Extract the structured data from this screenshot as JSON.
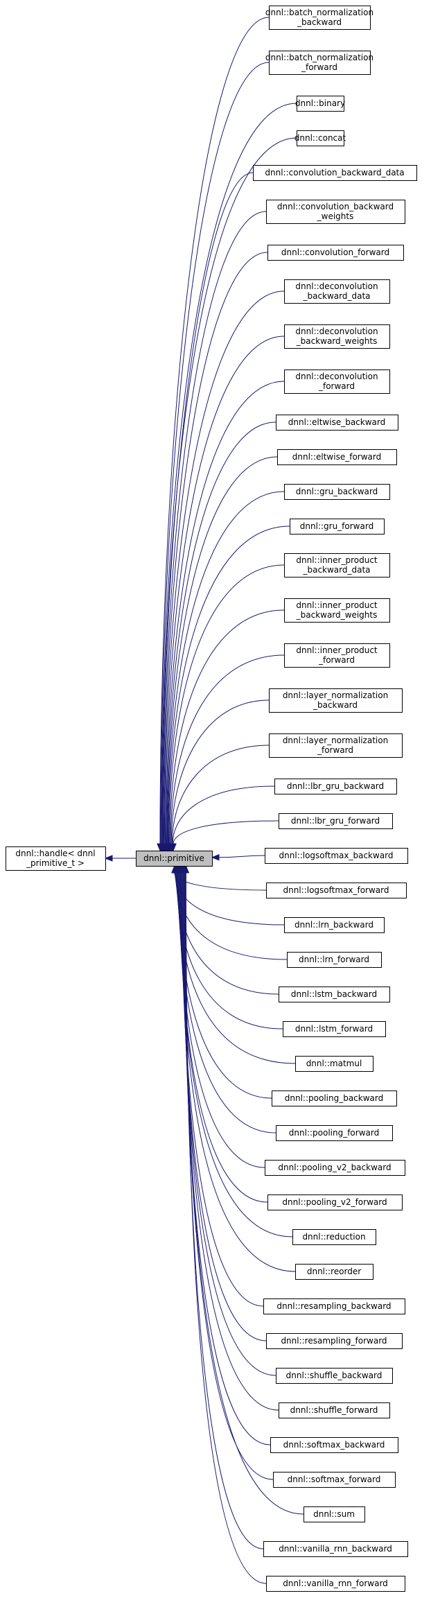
{
  "colors": {
    "edge": "#191970",
    "center_fill": "#bfbfbf",
    "node_fill": "#ffffff",
    "border": "#000000"
  },
  "base": {
    "name": "base-class",
    "lines": [
      "dnnl::handle< dnnl",
      "_primitive_t >"
    ]
  },
  "center": {
    "name": "primitive-class",
    "lines": [
      "dnnl::primitive"
    ]
  },
  "derived": [
    {
      "name": "batch-normalization-backward",
      "lines": [
        "dnnl::batch_normalization",
        "_backward"
      ]
    },
    {
      "name": "batch-normalization-forward",
      "lines": [
        "dnnl::batch_normalization",
        "_forward"
      ]
    },
    {
      "name": "binary",
      "lines": [
        "dnnl::binary"
      ]
    },
    {
      "name": "concat",
      "lines": [
        "dnnl::concat"
      ]
    },
    {
      "name": "convolution-backward-data",
      "lines": [
        "dnnl::convolution_backward_data"
      ]
    },
    {
      "name": "convolution-backward-weights",
      "lines": [
        "dnnl::convolution_backward",
        "_weights"
      ]
    },
    {
      "name": "convolution-forward",
      "lines": [
        "dnnl::convolution_forward"
      ]
    },
    {
      "name": "deconvolution-backward-data",
      "lines": [
        "dnnl::deconvolution",
        "_backward_data"
      ]
    },
    {
      "name": "deconvolution-backward-weights",
      "lines": [
        "dnnl::deconvolution",
        "_backward_weights"
      ]
    },
    {
      "name": "deconvolution-forward",
      "lines": [
        "dnnl::deconvolution",
        "_forward"
      ]
    },
    {
      "name": "eltwise-backward",
      "lines": [
        "dnnl::eltwise_backward"
      ]
    },
    {
      "name": "eltwise-forward",
      "lines": [
        "dnnl::eltwise_forward"
      ]
    },
    {
      "name": "gru-backward",
      "lines": [
        "dnnl::gru_backward"
      ]
    },
    {
      "name": "gru-forward",
      "lines": [
        "dnnl::gru_forward"
      ]
    },
    {
      "name": "inner-product-backward-data",
      "lines": [
        "dnnl::inner_product",
        "_backward_data"
      ]
    },
    {
      "name": "inner-product-backward-weights",
      "lines": [
        "dnnl::inner_product",
        "_backward_weights"
      ]
    },
    {
      "name": "inner-product-forward",
      "lines": [
        "dnnl::inner_product",
        "_forward"
      ]
    },
    {
      "name": "layer-normalization-backward",
      "lines": [
        "dnnl::layer_normalization",
        "_backward"
      ]
    },
    {
      "name": "layer-normalization-forward",
      "lines": [
        "dnnl::layer_normalization",
        "_forward"
      ]
    },
    {
      "name": "lbr-gru-backward",
      "lines": [
        "dnnl::lbr_gru_backward"
      ]
    },
    {
      "name": "lbr-gru-forward",
      "lines": [
        "dnnl::lbr_gru_forward"
      ]
    },
    {
      "name": "logsoftmax-backward",
      "lines": [
        "dnnl::logsoftmax_backward"
      ]
    },
    {
      "name": "logsoftmax-forward",
      "lines": [
        "dnnl::logsoftmax_forward"
      ]
    },
    {
      "name": "lrn-backward",
      "lines": [
        "dnnl::lrn_backward"
      ]
    },
    {
      "name": "lrn-forward",
      "lines": [
        "dnnl::lrn_forward"
      ]
    },
    {
      "name": "lstm-backward",
      "lines": [
        "dnnl::lstm_backward"
      ]
    },
    {
      "name": "lstm-forward",
      "lines": [
        "dnnl::lstm_forward"
      ]
    },
    {
      "name": "matmul",
      "lines": [
        "dnnl::matmul"
      ]
    },
    {
      "name": "pooling-backward",
      "lines": [
        "dnnl::pooling_backward"
      ]
    },
    {
      "name": "pooling-forward",
      "lines": [
        "dnnl::pooling_forward"
      ]
    },
    {
      "name": "pooling-v2-backward",
      "lines": [
        "dnnl::pooling_v2_backward"
      ]
    },
    {
      "name": "pooling-v2-forward",
      "lines": [
        "dnnl::pooling_v2_forward"
      ]
    },
    {
      "name": "reduction",
      "lines": [
        "dnnl::reduction"
      ]
    },
    {
      "name": "reorder",
      "lines": [
        "dnnl::reorder"
      ]
    },
    {
      "name": "resampling-backward",
      "lines": [
        "dnnl::resampling_backward"
      ]
    },
    {
      "name": "resampling-forward",
      "lines": [
        "dnnl::resampling_forward"
      ]
    },
    {
      "name": "shuffle-backward",
      "lines": [
        "dnnl::shuffle_backward"
      ]
    },
    {
      "name": "shuffle-forward",
      "lines": [
        "dnnl::shuffle_forward"
      ]
    },
    {
      "name": "softmax-backward",
      "lines": [
        "dnnl::softmax_backward"
      ]
    },
    {
      "name": "softmax-forward",
      "lines": [
        "dnnl::softmax_forward"
      ]
    },
    {
      "name": "sum",
      "lines": [
        "dnnl::sum"
      ]
    },
    {
      "name": "vanilla-rnn-backward",
      "lines": [
        "dnnl::vanilla_rnn_backward"
      ]
    },
    {
      "name": "vanilla-rnn-forward",
      "lines": [
        "dnnl::vanilla_rnn_forward"
      ]
    }
  ]
}
